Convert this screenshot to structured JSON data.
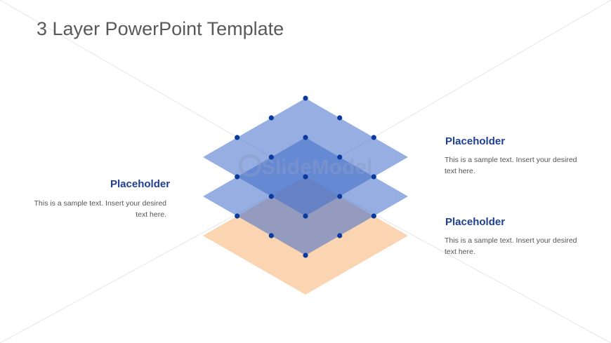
{
  "slide": {
    "title": "3 Layer PowerPoint Template"
  },
  "placeholders": [
    {
      "title": "Placeholder",
      "text": "This is a sample text. Insert your desired text here."
    },
    {
      "title": "Placeholder",
      "text": "This is a sample text. Insert your desired text here."
    },
    {
      "title": "Placeholder",
      "text": "This is a sample text. Insert your desired text here."
    }
  ],
  "watermark": {
    "text": "SlideModel"
  },
  "colors": {
    "title": "#595959",
    "placeholder_title": "#1f3e94",
    "body_text": "#555555",
    "layer_top": "#3f6cc8",
    "layer_middle": "#3f6cc8",
    "layer_bottom": "#fbcfa8",
    "node_dot": "#0a3a9e",
    "background_lines": "#e6e6e6"
  },
  "diagram": {
    "layers": [
      {
        "name": "top-layer",
        "fill": "#3f6cc8",
        "opacity": 0.55
      },
      {
        "name": "middle-layer",
        "fill": "#3f6cc8",
        "opacity": 0.55
      },
      {
        "name": "bottom-layer",
        "fill": "#fbcfa8",
        "opacity": 0.9
      }
    ]
  }
}
